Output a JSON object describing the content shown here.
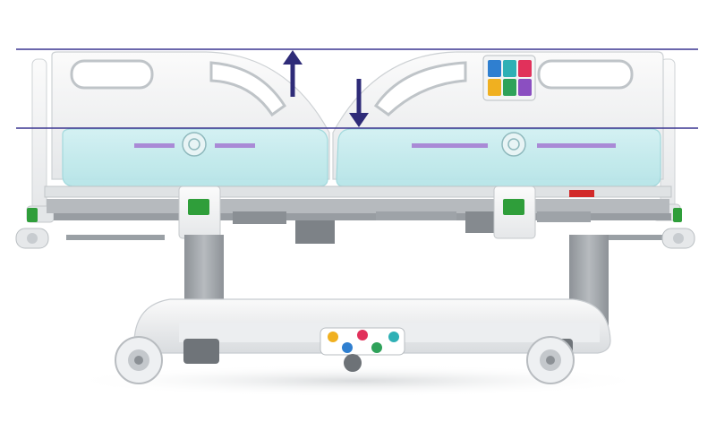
{
  "scene": {
    "subject": "hospital-bed",
    "icons": [
      "arrow-up-icon",
      "arrow-down-icon",
      "control-keypad-icon",
      "foot-pedal-icon"
    ]
  },
  "height_adjustment": {
    "arrows": [
      "up",
      "down"
    ],
    "arrow_color": "#2e2b78",
    "guide_line_color": "#3a3590"
  },
  "colors": {
    "frame": "#f2f3f4",
    "frame_shadow": "#d6d9dc",
    "mattress": "#c4ecee",
    "mattress_edge": "#9fd8dc",
    "mattress_stripe": "#a98ad6",
    "column": "#9ea3a8",
    "chassis": "#8a8f94",
    "accent_green": "#2f9e3a",
    "accent_red": "#d22a2a",
    "keypad": [
      "#2f7fd0",
      "#2fb0b5",
      "#e1315b",
      "#f0b020",
      "#2fa25a",
      "#8b4fc1"
    ],
    "pedal": [
      "#f0b020",
      "#e1315b",
      "#2fb0b5",
      "#2f7fd0",
      "#2fa25a"
    ]
  }
}
